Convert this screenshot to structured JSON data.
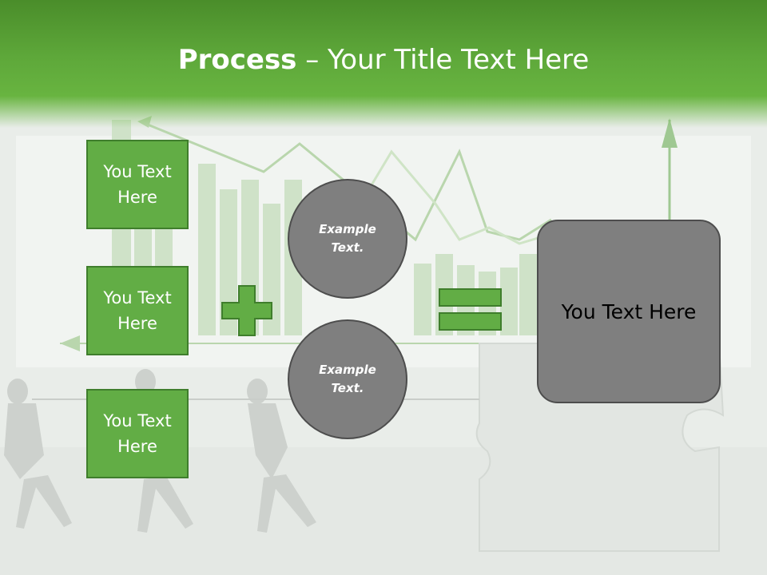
{
  "title": {
    "bold": "Process",
    "rest": " – Your Title Text Here"
  },
  "boxes": [
    {
      "label": "You Text\nHere"
    },
    {
      "label": "You Text\nHere"
    },
    {
      "label": "You Text\nHere"
    }
  ],
  "circles": [
    {
      "label": "Example\nText."
    },
    {
      "label": "Example\nText."
    }
  ],
  "result": {
    "label": "You Text Here"
  },
  "colors": {
    "header_green": "#5ea83a",
    "box_green": "#62ad45",
    "box_border": "#3f7e2c",
    "circle_gray": "#7f7f7f",
    "circle_border": "#4d4d4d"
  }
}
